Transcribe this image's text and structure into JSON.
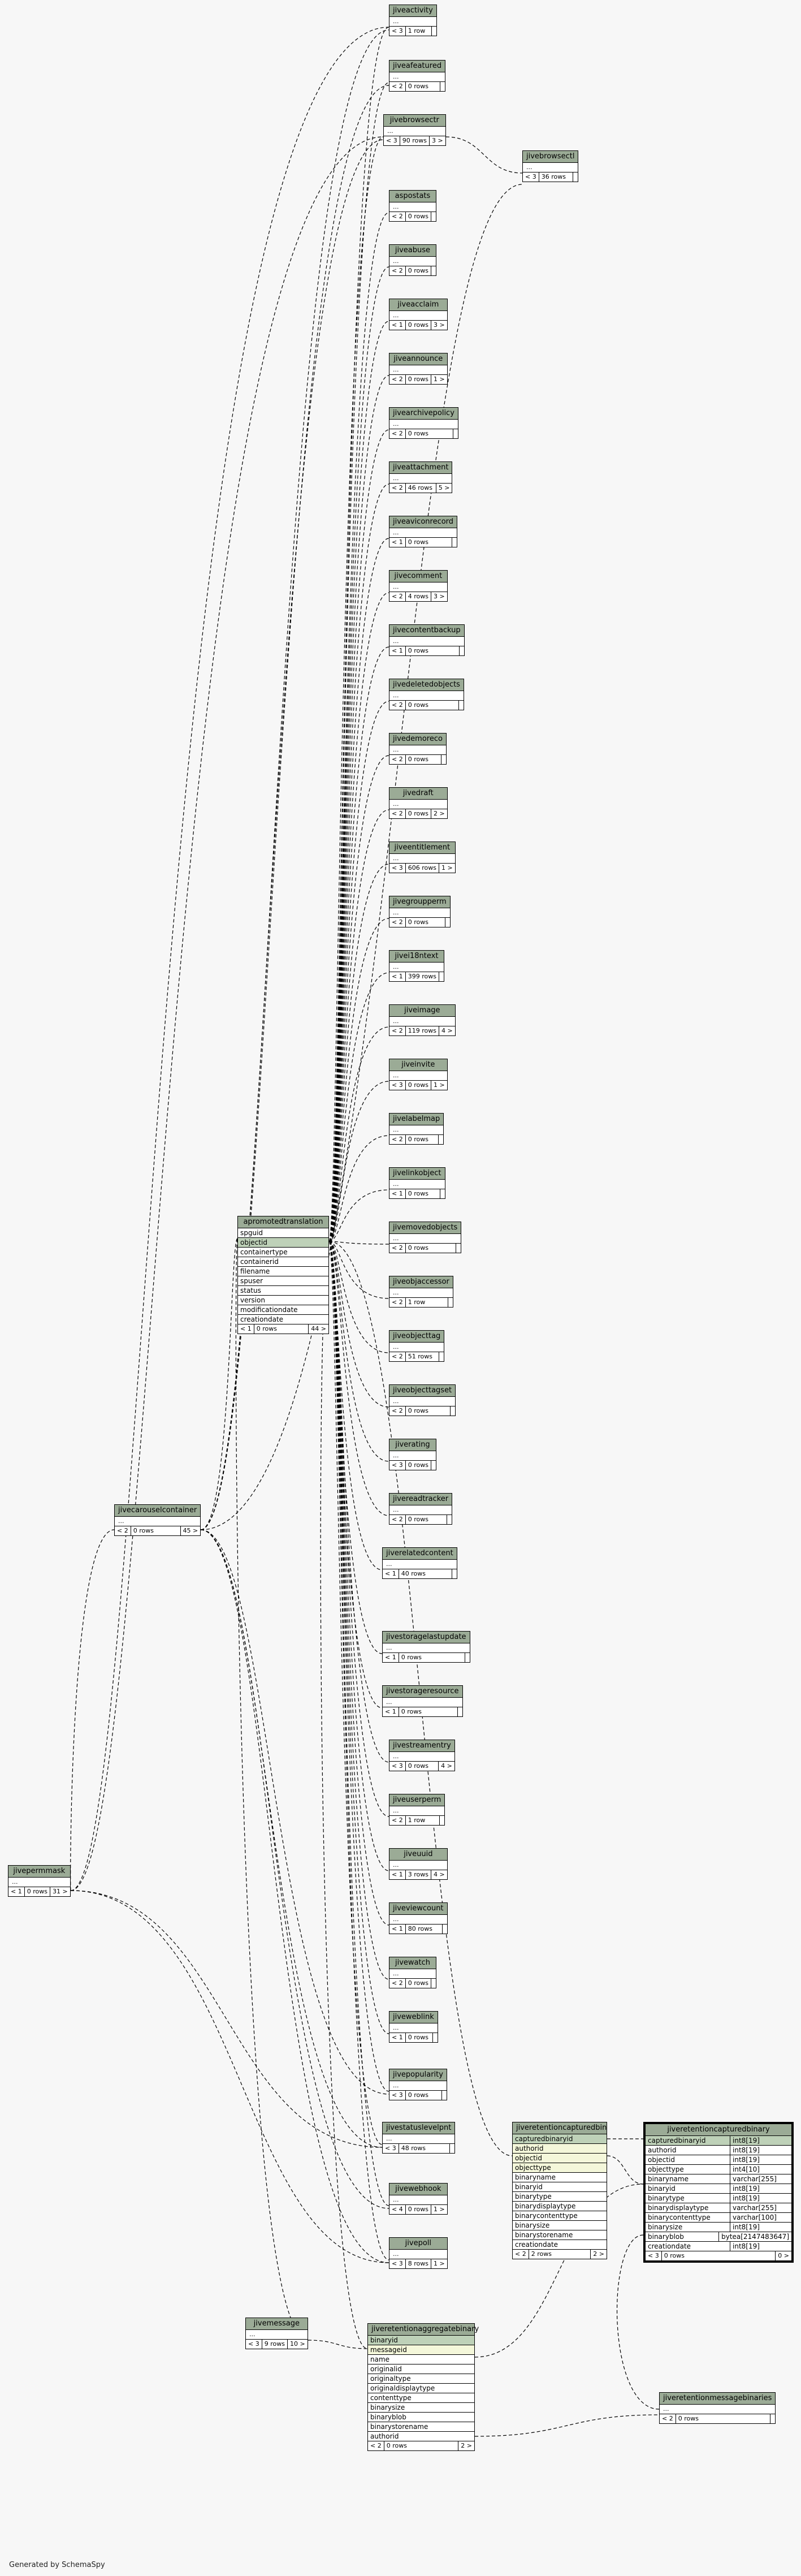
{
  "tables": [
    {
      "id": "jiveactivity",
      "name": "jiveactivity",
      "left": "< 3",
      "rows": "1 row",
      "right": ""
    },
    {
      "id": "jiveafeatured",
      "name": "jiveafeatured",
      "left": "< 2",
      "rows": "0 rows",
      "right": ""
    },
    {
      "id": "jivebrowsectr",
      "name": "jivebrowsectr",
      "left": "< 3",
      "rows": "90 rows",
      "right": "3 >"
    },
    {
      "id": "jivebrowsectl",
      "name": "jivebrowsectl",
      "left": "< 3",
      "rows": "36 rows",
      "right": ""
    },
    {
      "id": "aspostats",
      "name": "aspostats",
      "left": "< 2",
      "rows": "0 rows",
      "right": ""
    },
    {
      "id": "jiveabuse",
      "name": "jiveabuse",
      "left": "< 2",
      "rows": "0 rows",
      "right": ""
    },
    {
      "id": "jiveacclaim",
      "name": "jiveacclaim",
      "left": "< 1",
      "rows": "0 rows",
      "right": "3 >"
    },
    {
      "id": "jiveannounce",
      "name": "jiveannounce",
      "left": "< 2",
      "rows": "0 rows",
      "right": "1 >"
    },
    {
      "id": "jivearchivepolicy",
      "name": "jivearchivepolicy",
      "left": "< 2",
      "rows": "0 rows",
      "right": ""
    },
    {
      "id": "jiveattachment",
      "name": "jiveattachment",
      "left": "< 2",
      "rows": "46 rows",
      "right": "5 >"
    },
    {
      "id": "jiveaviconrecord",
      "name": "jiveaviconrecord",
      "left": "< 1",
      "rows": "0 rows",
      "right": ""
    },
    {
      "id": "jivecomment",
      "name": "jivecomment",
      "left": "< 2",
      "rows": "4 rows",
      "right": "3 >"
    },
    {
      "id": "jivecontentbackup",
      "name": "jivecontentbackup",
      "left": "< 1",
      "rows": "0 rows",
      "right": ""
    },
    {
      "id": "jivedeletedobjects",
      "name": "jivedeletedobjects",
      "left": "< 2",
      "rows": "0 rows",
      "right": ""
    },
    {
      "id": "jivedemoreco",
      "name": "jivedemoreco",
      "left": "< 2",
      "rows": "0 rows",
      "right": ""
    },
    {
      "id": "jivedraft",
      "name": "jivedraft",
      "left": "< 2",
      "rows": "0 rows",
      "right": "2 >"
    },
    {
      "id": "jiveentitlement",
      "name": "jiveentitlement",
      "left": "< 3",
      "rows": "606 rows",
      "right": "1 >"
    },
    {
      "id": "jivegroupperm",
      "name": "jivegroupperm",
      "left": "< 2",
      "rows": "0 rows",
      "right": ""
    },
    {
      "id": "jivei18ntext",
      "name": "jivei18ntext",
      "left": "< 1",
      "rows": "399 rows",
      "right": ""
    },
    {
      "id": "jiveimage",
      "name": "jiveimage",
      "left": "< 2",
      "rows": "119 rows",
      "right": "4 >"
    },
    {
      "id": "jiveinvite",
      "name": "jiveinvite",
      "left": "< 3",
      "rows": "0 rows",
      "right": "1 >"
    },
    {
      "id": "jivelabelmap",
      "name": "jivelabelmap",
      "left": "< 2",
      "rows": "0 rows",
      "right": ""
    },
    {
      "id": "jivelinkobject",
      "name": "jivelinkobject",
      "left": "< 1",
      "rows": "0 rows",
      "right": ""
    },
    {
      "id": "jivemovedobjects",
      "name": "jivemovedobjects",
      "left": "< 2",
      "rows": "0 rows",
      "right": ""
    },
    {
      "id": "jiveobjaccessor",
      "name": "jiveobjaccessor",
      "left": "< 2",
      "rows": "1 row",
      "right": ""
    },
    {
      "id": "jiveobjecttag",
      "name": "jiveobjecttag",
      "left": "< 2",
      "rows": "51 rows",
      "right": ""
    },
    {
      "id": "jiveobjecttagset",
      "name": "jiveobjecttagset",
      "left": "< 2",
      "rows": "0 rows",
      "right": ""
    },
    {
      "id": "jiverating",
      "name": "jiverating",
      "left": "< 3",
      "rows": "0 rows",
      "right": ""
    },
    {
      "id": "jivereadtracker",
      "name": "jivereadtracker",
      "left": "< 2",
      "rows": "0 rows",
      "right": ""
    },
    {
      "id": "jiverelatedcontent",
      "name": "jiverelatedcontent",
      "left": "< 1",
      "rows": "40 rows",
      "right": ""
    },
    {
      "id": "jivestoragelastupdate",
      "name": "jivestoragelastupdate",
      "left": "< 1",
      "rows": "0 rows",
      "right": ""
    },
    {
      "id": "jivestorageresource",
      "name": "jivestorageresource",
      "left": "< 1",
      "rows": "0 rows",
      "right": ""
    },
    {
      "id": "jivestreamentry",
      "name": "jivestreamentry",
      "left": "< 3",
      "rows": "0 rows",
      "right": "4 >"
    },
    {
      "id": "jiveuserperm",
      "name": "jiveuserperm",
      "left": "< 2",
      "rows": "1 row",
      "right": ""
    },
    {
      "id": "jiveuuid",
      "name": "jiveuuid",
      "left": "< 1",
      "rows": "3 rows",
      "right": "4 >"
    },
    {
      "id": "jiveviewcount",
      "name": "jiveviewcount",
      "left": "< 1",
      "rows": "80 rows",
      "right": ""
    },
    {
      "id": "jivewatch",
      "name": "jivewatch",
      "left": "< 2",
      "rows": "0 rows",
      "right": ""
    },
    {
      "id": "jiveweblink",
      "name": "jiveweblink",
      "left": "< 1",
      "rows": "0 rows",
      "right": ""
    },
    {
      "id": "jivepopularity",
      "name": "jivepopularity",
      "left": "< 3",
      "rows": "0 rows",
      "right": ""
    },
    {
      "id": "jivestatuslevelpnt",
      "name": "jivestatuslevelpnt",
      "left": "< 3",
      "rows": "48 rows",
      "right": ""
    },
    {
      "id": "jivewebhook",
      "name": "jivewebhook",
      "left": "< 4",
      "rows": "0 rows",
      "right": "1 >"
    },
    {
      "id": "jivepoll",
      "name": "jivepoll",
      "left": "< 3",
      "rows": "8 rows",
      "right": "1 >"
    },
    {
      "id": "jivecarouselcontainer",
      "name": "jivecarouselcontainer",
      "left": "< 2",
      "rows": "0 rows",
      "right": "45 >"
    },
    {
      "id": "jivepermmask",
      "name": "jivepermmask",
      "left": "< 1",
      "rows": "0 rows",
      "right": "31 >"
    },
    {
      "id": "jivemessage",
      "name": "jivemessage",
      "left": "< 3",
      "rows": "9 rows",
      "right": "10 >"
    },
    {
      "id": "jiveretentionmessagebinaries",
      "name": "jiveretentionmessagebinaries",
      "left": "< 2",
      "rows": "0 rows",
      "right": ""
    }
  ],
  "detail_tables": [
    {
      "id": "apromotedtranslation",
      "name": "apromotedtranslation",
      "columns": [
        {
          "name": "spguid",
          "kind": ""
        },
        {
          "name": "objectid",
          "kind": "pk"
        },
        {
          "name": "containertype",
          "kind": ""
        },
        {
          "name": "containerid",
          "kind": ""
        },
        {
          "name": "filename",
          "kind": ""
        },
        {
          "name": "spuser",
          "kind": ""
        },
        {
          "name": "status",
          "kind": ""
        },
        {
          "name": "version",
          "kind": ""
        },
        {
          "name": "modificationdate",
          "kind": ""
        },
        {
          "name": "creationdate",
          "kind": ""
        }
      ],
      "left": "< 1",
      "rows": "0 rows",
      "right": "44 >"
    },
    {
      "id": "jiveretentioncapturedbin",
      "name": "jiveretentioncapturedbin",
      "columns": [
        {
          "name": "capturedbinaryid",
          "kind": "pk"
        },
        {
          "name": "authorid",
          "kind": "fk"
        },
        {
          "name": "objectid",
          "kind": "fk"
        },
        {
          "name": "objecttype",
          "kind": "fk"
        },
        {
          "name": "binaryname",
          "kind": ""
        },
        {
          "name": "binaryid",
          "kind": ""
        },
        {
          "name": "binarytype",
          "kind": ""
        },
        {
          "name": "binarydisplaytype",
          "kind": ""
        },
        {
          "name": "binarycontenttype",
          "kind": ""
        },
        {
          "name": "binarysize",
          "kind": ""
        },
        {
          "name": "binarystorename",
          "kind": ""
        },
        {
          "name": "creationdate",
          "kind": ""
        }
      ],
      "left": "< 2",
      "rows": "2 rows",
      "right": "2 >"
    },
    {
      "id": "jiveretentionaggregatebinary",
      "name": "jiveretentionaggregatebinary",
      "columns": [
        {
          "name": "binaryid",
          "kind": "pk"
        },
        {
          "name": "messageid",
          "kind": "fk"
        },
        {
          "name": "name",
          "kind": ""
        },
        {
          "name": "originalid",
          "kind": ""
        },
        {
          "name": "originaltype",
          "kind": ""
        },
        {
          "name": "originaldisplaytype",
          "kind": ""
        },
        {
          "name": "contenttype",
          "kind": ""
        },
        {
          "name": "binarysize",
          "kind": ""
        },
        {
          "name": "binaryblob",
          "kind": ""
        },
        {
          "name": "binarystorename",
          "kind": ""
        },
        {
          "name": "authorid",
          "kind": ""
        }
      ],
      "left": "< 2",
      "rows": "0 rows",
      "right": "2 >"
    }
  ],
  "focus_table": {
    "id": "jiveretentioncapturedbinary",
    "name": "jiveretentioncapturedbinary",
    "columns": [
      {
        "name": "capturedbinaryid",
        "type": "int8[19]",
        "kind": "pk"
      },
      {
        "name": "authorid",
        "type": "int8[19]",
        "kind": ""
      },
      {
        "name": "objectid",
        "type": "int8[19]",
        "kind": ""
      },
      {
        "name": "objecttype",
        "type": "int4[10]",
        "kind": ""
      },
      {
        "name": "binaryname",
        "type": "varchar[255]",
        "kind": ""
      },
      {
        "name": "binaryid",
        "type": "int8[19]",
        "kind": ""
      },
      {
        "name": "binarytype",
        "type": "int8[19]",
        "kind": ""
      },
      {
        "name": "binarydisplaytype",
        "type": "varchar[255]",
        "kind": ""
      },
      {
        "name": "binarycontenttype",
        "type": "varchar[100]",
        "kind": ""
      },
      {
        "name": "binarysize",
        "type": "int8[19]",
        "kind": ""
      },
      {
        "name": "binaryblob",
        "type": "bytea[2147483647]",
        "kind": ""
      },
      {
        "name": "creationdate",
        "type": "int8[19]",
        "kind": ""
      }
    ],
    "left": "< 3",
    "rows": "0 rows",
    "right": "0 >"
  },
  "footer": {
    "credit": "Generated by SchemaSpy"
  }
}
